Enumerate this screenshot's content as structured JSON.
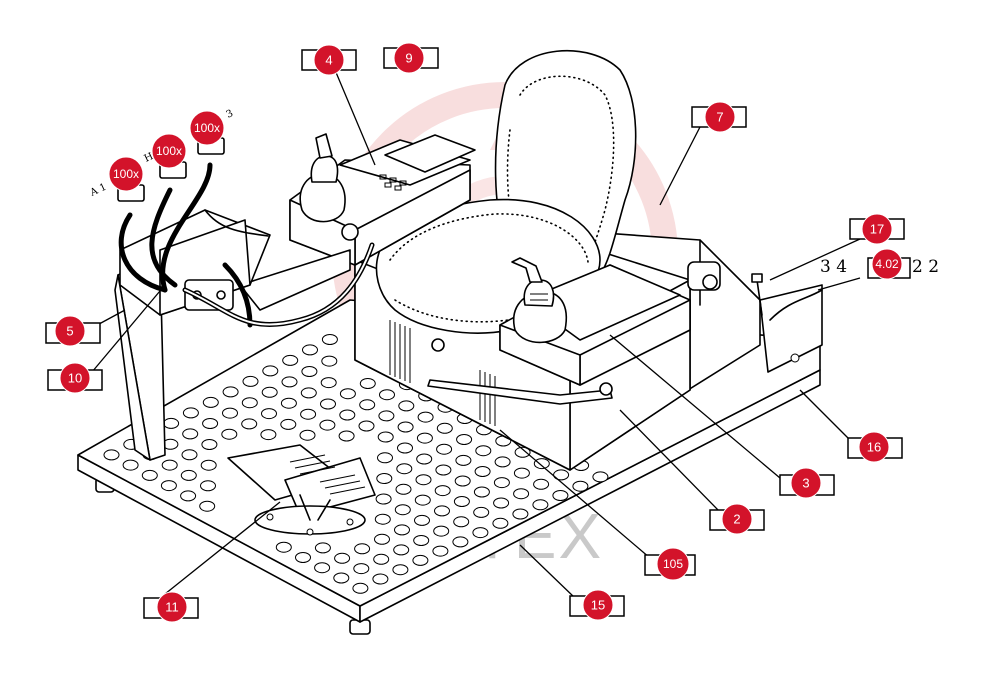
{
  "watermark": "HIPTEX",
  "dimension_text": {
    "left": "3 4",
    "right": "2 2"
  },
  "connector_letters": {
    "left": "A 1",
    "mid": "H",
    "right": "3"
  },
  "callouts": [
    {
      "id": "c4",
      "label": "4"
    },
    {
      "id": "c9",
      "label": "9"
    },
    {
      "id": "c7",
      "label": "7"
    },
    {
      "id": "c17",
      "label": "17"
    },
    {
      "id": "c402",
      "label": "4.02"
    },
    {
      "id": "c100a",
      "label": "100x"
    },
    {
      "id": "c100b",
      "label": "100x"
    },
    {
      "id": "c100c",
      "label": "100x"
    },
    {
      "id": "c5",
      "label": "5"
    },
    {
      "id": "c10",
      "label": "10"
    },
    {
      "id": "c16",
      "label": "16"
    },
    {
      "id": "c3",
      "label": "3"
    },
    {
      "id": "c2",
      "label": "2"
    },
    {
      "id": "c105",
      "label": "105"
    },
    {
      "id": "c11",
      "label": "11"
    },
    {
      "id": "c15",
      "label": "15"
    }
  ],
  "colors": {
    "callout": "#d3132a",
    "logo_watermark": "#f3c4c4",
    "line": "#000000"
  }
}
